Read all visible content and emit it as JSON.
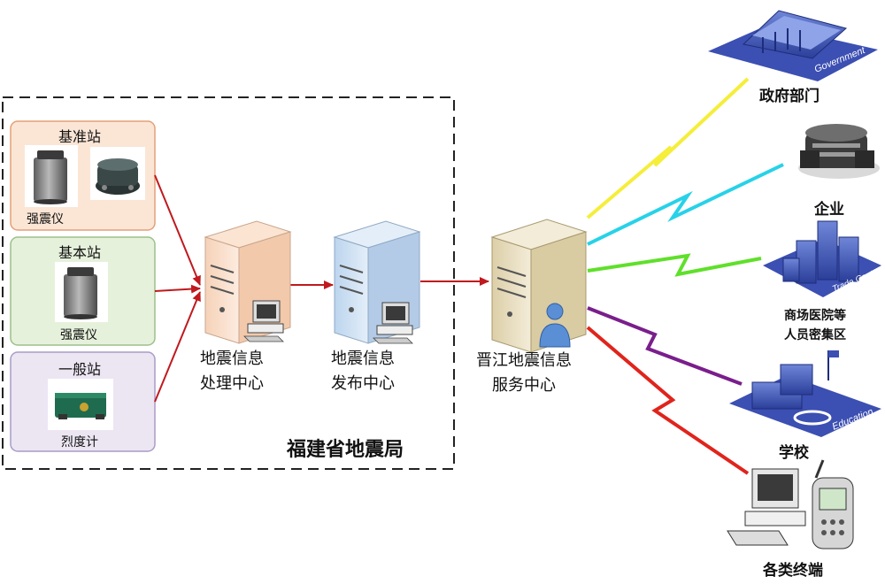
{
  "stations": [
    {
      "title": "基准站",
      "instrument": "强震仪",
      "color": "#fbe6d6",
      "border": "#e3a078"
    },
    {
      "title": "基本站",
      "instrument": "强震仪",
      "color": "#e6f1dc",
      "border": "#9cc08a"
    },
    {
      "title": "一般站",
      "instrument": "烈度计",
      "color": "#ece6f3",
      "border": "#a99cc6"
    }
  ],
  "nodes": {
    "processing": {
      "line1": "地震信息",
      "line2": "处理中心"
    },
    "publishing": {
      "line1": "地震信息",
      "line2": "发布中心"
    },
    "service": {
      "line1": "晋江地震信息",
      "line2": "服务中心"
    }
  },
  "bureau": {
    "label": "福建省地震局"
  },
  "endpoints": [
    {
      "label": "政府部门",
      "icon": "government-building-icon",
      "badge": "Government",
      "bolt_color": "#f5ee3a"
    },
    {
      "label": "企业",
      "icon": "enterprise-building-icon",
      "bolt_color": "#27d2e8"
    },
    {
      "label_line1": "商场医院等",
      "label_line2": "人员密集区",
      "icon": "trade-center-icon",
      "badge": "Trade Center",
      "bolt_color": "#5fe02a"
    },
    {
      "label": "学校",
      "icon": "school-icon",
      "badge": "Education",
      "bolt_color": "#7a1e8c"
    },
    {
      "label": "各类终端",
      "icon": "terminal-devices-icon",
      "bolt_color": "#e0241c"
    }
  ],
  "colors": {
    "arrow": "#c0191e",
    "accent_server": "#e9dfc4"
  }
}
